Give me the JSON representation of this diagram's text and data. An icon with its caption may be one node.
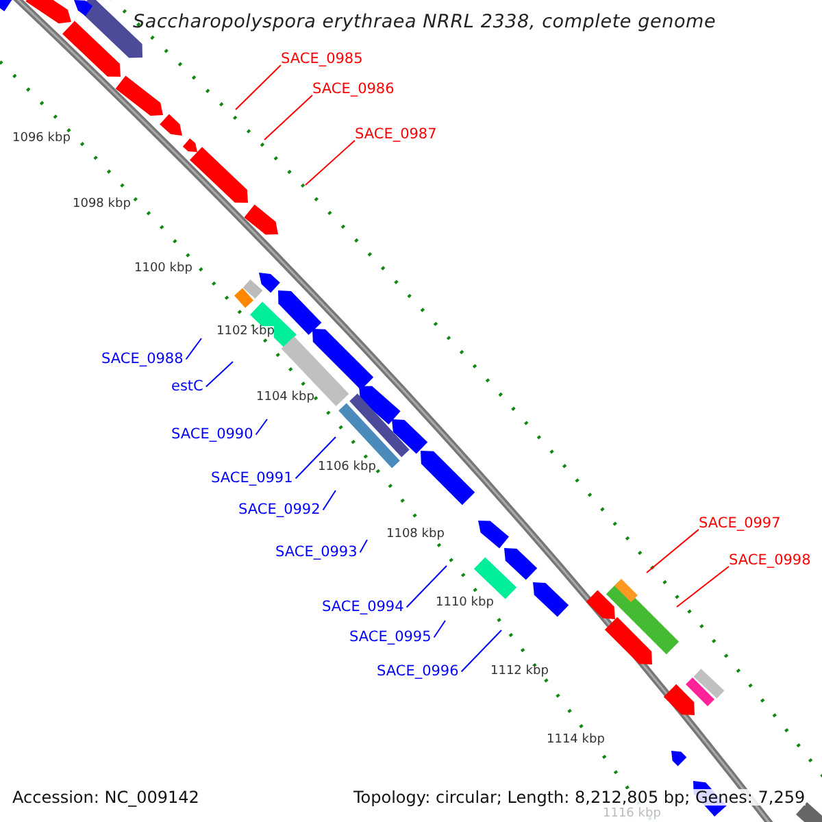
{
  "diagram": {
    "title": "Saccharopolyspora erythraea NRRL 2338, complete genome",
    "nodes": [
      {
        "text": [
          "SACE_0985"
        ]
      },
      {
        "text": [
          "SACE_0986"
        ]
      },
      {
        "text": [
          "SACE_0987"
        ]
      },
      {
        "text": [
          "SACE_0988"
        ]
      },
      {
        "text": [
          "estC"
        ]
      },
      {
        "text": [
          "SACE_0990"
        ]
      },
      {
        "text": [
          "SACE_0991"
        ]
      },
      {
        "text": [
          "SACE_0992"
        ]
      },
      {
        "text": [
          "SACE_0993"
        ]
      },
      {
        "text": [
          "SACE_0994"
        ]
      },
      {
        "text": [
          "SACE_0995"
        ]
      },
      {
        "text": [
          "SACE_0996"
        ]
      },
      {
        "text": [
          "SACE_0997"
        ]
      },
      {
        "text": [
          "SACE_0998"
        ]
      }
    ],
    "edges": [
      {
        "from": 0,
        "to": null,
        "arrow": "none",
        "color": "#ff0000"
      },
      {
        "from": 1,
        "to": null,
        "arrow": "none",
        "color": "#ff0000"
      },
      {
        "from": 2,
        "to": null,
        "arrow": "none",
        "color": "#ff0000"
      },
      {
        "from": 3,
        "to": null,
        "arrow": "none"
      },
      {
        "from": 4,
        "to": null,
        "arrow": "none"
      },
      {
        "from": 5,
        "to": null,
        "arrow": "none"
      },
      {
        "from": 6,
        "to": null,
        "arrow": "none"
      },
      {
        "from": 7,
        "to": null,
        "arrow": "none"
      },
      {
        "from": 8,
        "to": null,
        "arrow": "none"
      },
      {
        "from": 9,
        "to": null,
        "arrow": "none"
      },
      {
        "from": 10,
        "to": null,
        "arrow": "none"
      },
      {
        "from": 11,
        "to": null,
        "arrow": "none"
      },
      {
        "from": 12,
        "to": null,
        "arrow": "none",
        "color": "#ff0000"
      },
      {
        "from": 13,
        "to": null,
        "arrow": "none",
        "color": "#ff0000"
      }
    ],
    "labels": [
      "1096 kbp",
      "1098 kbp",
      "1100 kbp",
      "1102 kbp",
      "1104 kbp",
      "1106 kbp",
      "1108 kbp",
      "1110 kbp",
      "1112 kbp",
      "1114 kbp",
      "1116 kbp",
      "Accession: NC_009142",
      "Topology: circular; Length: 8,212,805 bp; Genes: 7,259"
    ]
  }
}
